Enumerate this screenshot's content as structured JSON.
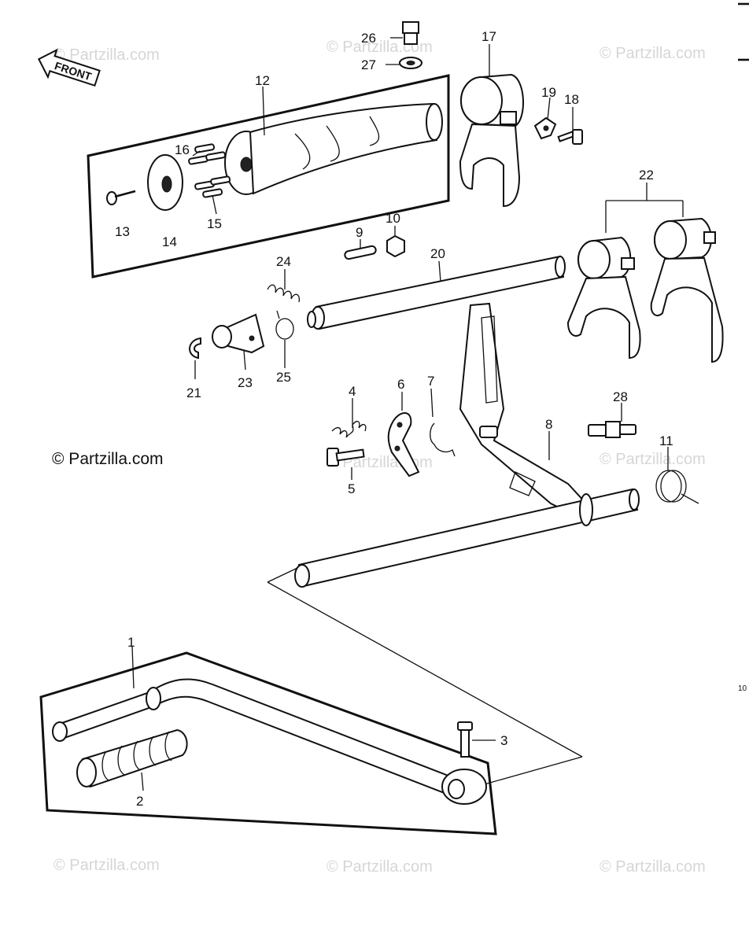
{
  "watermark_text": "© Partzilla.com",
  "copyright_text": "© Partzilla.com",
  "front_label": "FRONT",
  "corner_code": "10",
  "callouts": {
    "c1": "1",
    "c2": "2",
    "c3": "3",
    "c4": "4",
    "c5": "5",
    "c6": "6",
    "c7": "7",
    "c8": "8",
    "c9": "9",
    "c10": "10",
    "c11": "11",
    "c12": "12",
    "c13": "13",
    "c14": "14",
    "c15": "15",
    "c16": "16",
    "c17": "17",
    "c18": "18",
    "c19": "19",
    "c20": "20",
    "c21": "21",
    "c22": "22",
    "c23": "23",
    "c24": "24",
    "c25": "25",
    "c26": "26",
    "c27": "27",
    "c28": "28"
  }
}
